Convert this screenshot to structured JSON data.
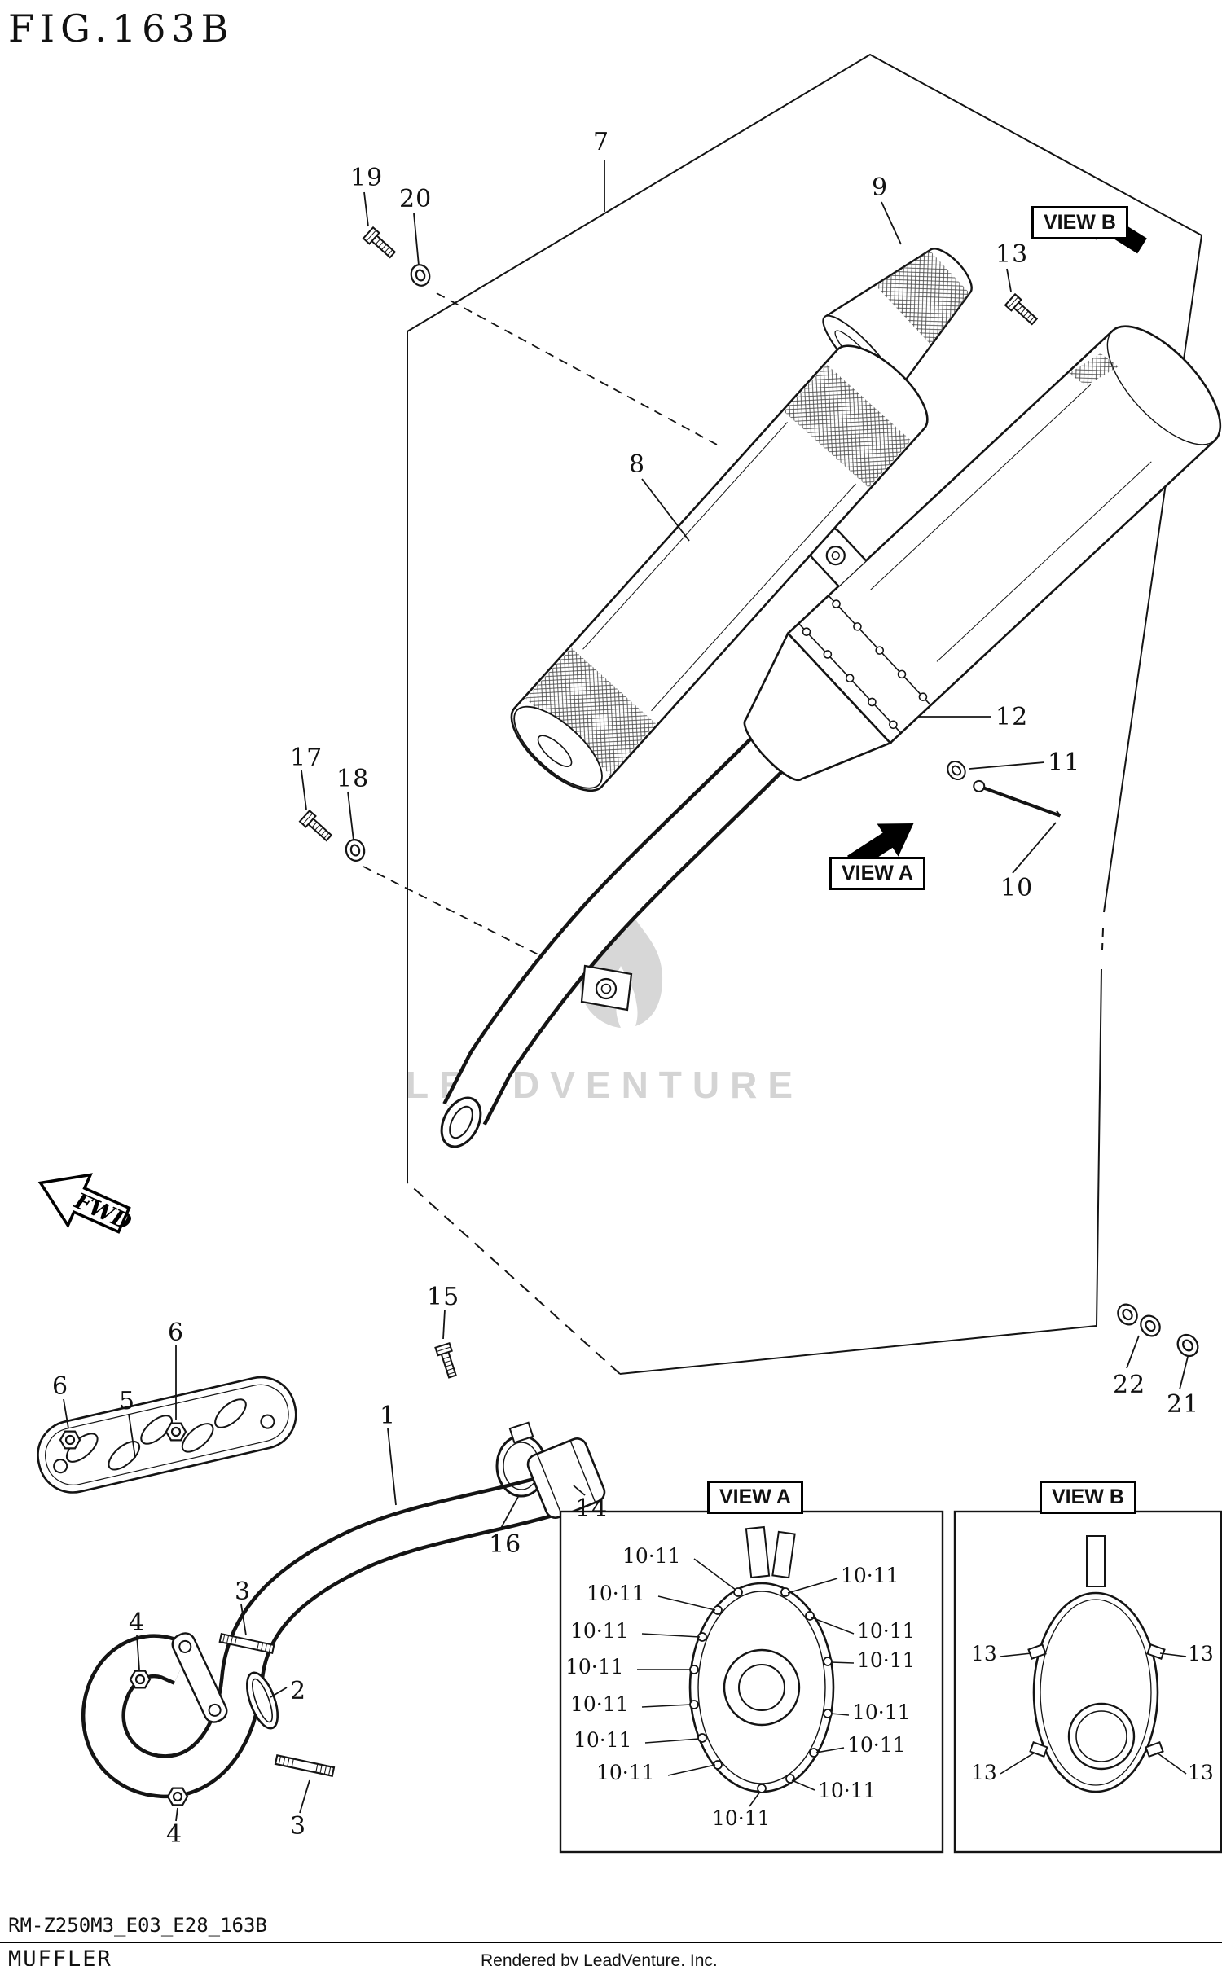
{
  "figure": {
    "title": "FIG.163B"
  },
  "watermark": {
    "text": "LEADVENTURE"
  },
  "labels": {
    "view_a": "VIEW A",
    "view_b": "VIEW B",
    "fwd": "FWD"
  },
  "callouts": [
    {
      "text": "7"
    },
    {
      "text": "19"
    },
    {
      "text": "20"
    },
    {
      "text": "9"
    },
    {
      "text": "13"
    },
    {
      "text": "8"
    },
    {
      "text": "12"
    },
    {
      "text": "11"
    },
    {
      "text": "10"
    },
    {
      "text": "17"
    },
    {
      "text": "18"
    },
    {
      "text": "22"
    },
    {
      "text": "21"
    },
    {
      "text": "15"
    },
    {
      "text": "6"
    },
    {
      "text": "5"
    },
    {
      "text": "6"
    },
    {
      "text": "1"
    },
    {
      "text": "14"
    },
    {
      "text": "16"
    },
    {
      "text": "3"
    },
    {
      "text": "4"
    },
    {
      "text": "2"
    },
    {
      "text": "3"
    },
    {
      "text": "4"
    }
  ],
  "inset_view_a": {
    "title": "VIEW A",
    "labels": [
      "10·11",
      "10·11",
      "10·11",
      "10·11",
      "10·11",
      "10·11",
      "10·11",
      "10·11",
      "10·11",
      "10·11",
      "10·11",
      "10·11",
      "10·11",
      "10·11"
    ]
  },
  "inset_view_b": {
    "title": "VIEW B",
    "labels": [
      "13",
      "13",
      "13",
      "13"
    ]
  },
  "footer": {
    "code": "RM-Z250M3_E03_E28_163B",
    "part_name": "MUFFLER",
    "credit": "Rendered by LeadVenture, Inc."
  },
  "colors": {
    "line": "#141414",
    "watermark": "#d4d4d4"
  }
}
